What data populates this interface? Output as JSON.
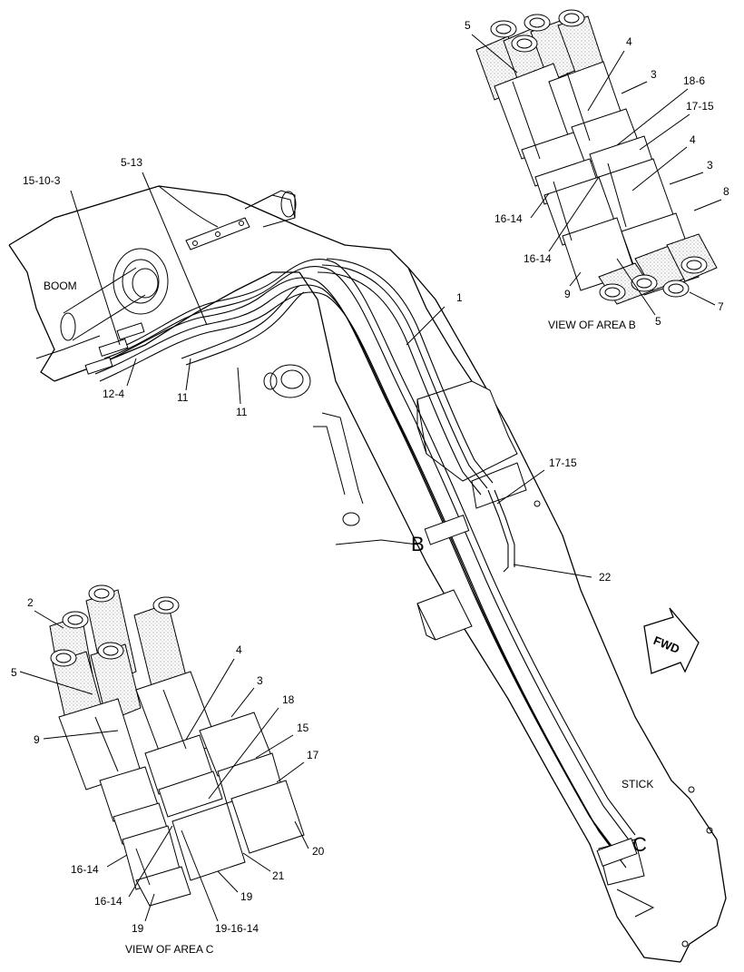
{
  "labels": {
    "boom": "BOOM",
    "stick": "STICK",
    "fwd": "FWD",
    "area_b_marker": "B",
    "area_c_marker": "C",
    "view_b_caption": "VIEW OF AREA B",
    "view_c_caption": "VIEW OF AREA C"
  },
  "main_callouts": {
    "c_15_10_3": "15-10-3",
    "c_5_13": "5-13",
    "c_1": "1",
    "c_12_4": "12-4",
    "c_11a": "11",
    "c_11b": "11",
    "c_17_15": "17-15",
    "c_22": "22"
  },
  "view_b_callouts": {
    "c_5_top": "5",
    "c_4_top": "4",
    "c_3_top": "3",
    "c_18_6": "18-6",
    "c_17_15": "17-15",
    "c_4_mid": "4",
    "c_3_mid": "3",
    "c_8": "8",
    "c_16_14_left": "16-14",
    "c_16_14_low": "16-14",
    "c_9": "9",
    "c_7": "7",
    "c_5_bottom": "5"
  },
  "view_c_callouts": {
    "c_2": "2",
    "c_5": "5",
    "c_9": "9",
    "c_4": "4",
    "c_3": "3",
    "c_18": "18",
    "c_15": "15",
    "c_17": "17",
    "c_20": "20",
    "c_21": "21",
    "c_19_right": "19",
    "c_16_14_a": "16-14",
    "c_16_14_b": "16-14",
    "c_19_left": "19",
    "c_19_16_14": "19-16-14"
  },
  "icons": {
    "fwd_arrow": "fwd-arrow-icon"
  }
}
